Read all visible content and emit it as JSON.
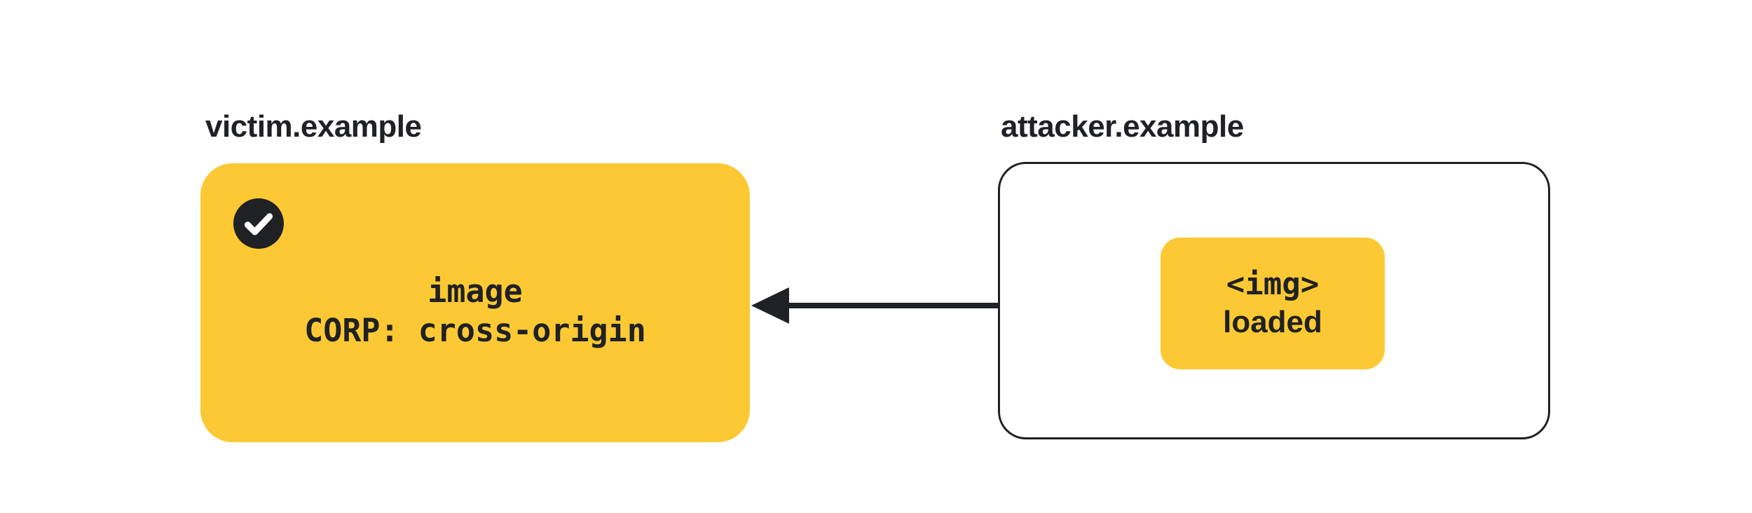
{
  "colors": {
    "accent_yellow": "#FCC934",
    "ink": "#202124",
    "surface": "#FFFFFF"
  },
  "victim": {
    "label": "victim.example",
    "card": {
      "line1": "image",
      "line2": "CORP: cross-origin"
    },
    "status_icon": "checkmark-icon"
  },
  "attacker": {
    "label": "attacker.example",
    "chip": {
      "line1": "<img>",
      "line2": "loaded"
    }
  },
  "arrow": {
    "direction": "right-to-left"
  }
}
